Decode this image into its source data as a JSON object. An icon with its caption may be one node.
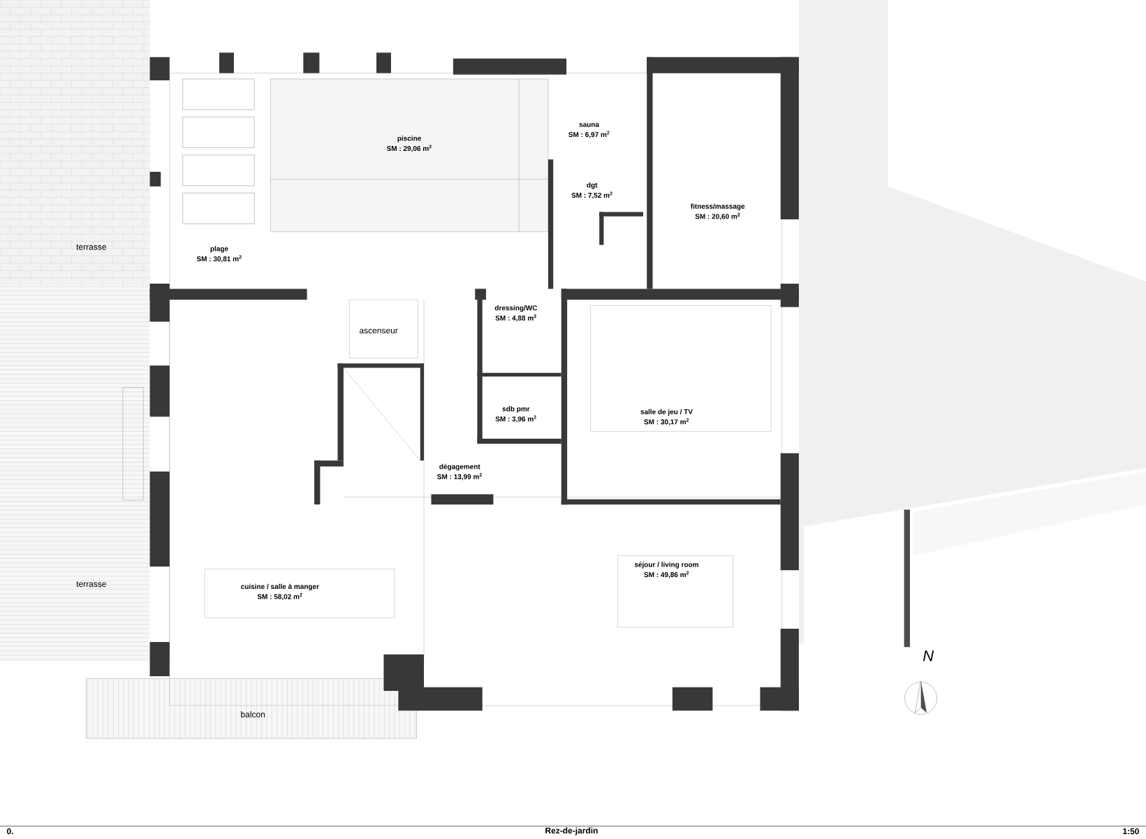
{
  "diagram": {
    "labels": [
      "sauna",
      "SM : 6,97 m$^{2}$",
      "piscine",
      "SM : 29,06 m$^{2}$",
      "dgt",
      "SM : 7,52 m$^{2}$",
      "fitness/massage",
      "SM : 20,60 m$^{2}$",
      "terrasse",
      "plage",
      "SM : 30,81 m$^{2}$",
      "dressing/WC",
      "SM : 4,88 m$^{2}$",
      "ascenseur",
      "sdb pmr",
      "SM : 3,96 m$^{2}$",
      "salle de jeu / TV",
      "SM : 30,17 m$^{2}$",
      "dégagement",
      "SM : 13,99 m$^{2}$",
      "séjour / living room",
      "SM : 49,86 m$^{2}$",
      "terrasse",
      "cuisine / salle à manger",
      "SM : 58,02 m$^{2}$",
      "N",
      "balcon",
      "0.",
      "Rez-de-jardin",
      "1:50"
    ]
  }
}
